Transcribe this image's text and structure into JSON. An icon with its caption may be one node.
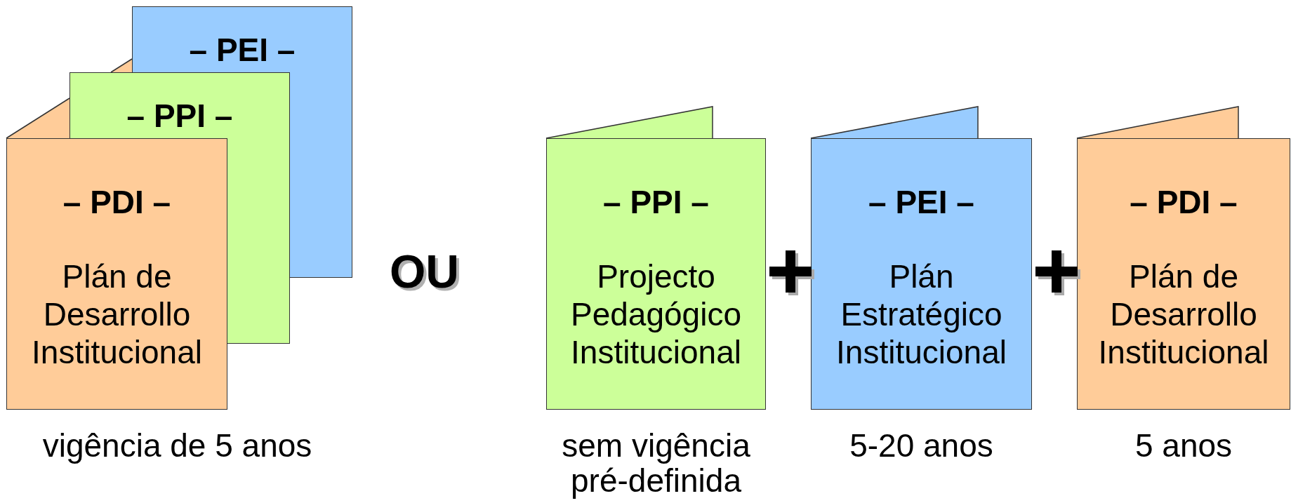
{
  "diagram": {
    "nodes": [
      {
        "text": [
          "– PEI –"
        ]
      },
      {
        "text": [
          "– PPI –"
        ]
      },
      {
        "text": [
          "– PDI –",
          "Plán de Desarrollo Institucional"
        ]
      },
      {
        "text": [
          "– PPI –",
          "Projecto Pedagógico Institucional"
        ],
        "beside": [
          "sem vigência pré-definida"
        ]
      },
      {
        "text": [
          "– PEI –",
          "Plán Estratégico Institucional"
        ],
        "beside": [
          "5-20 anos"
        ]
      },
      {
        "text": [
          "– PDI –",
          "Plán de Desarrollo Institucional"
        ],
        "beside": [
          "5 anos"
        ]
      }
    ],
    "labels": [
      "OU",
      "vigência de 5 anos"
    ]
  }
}
